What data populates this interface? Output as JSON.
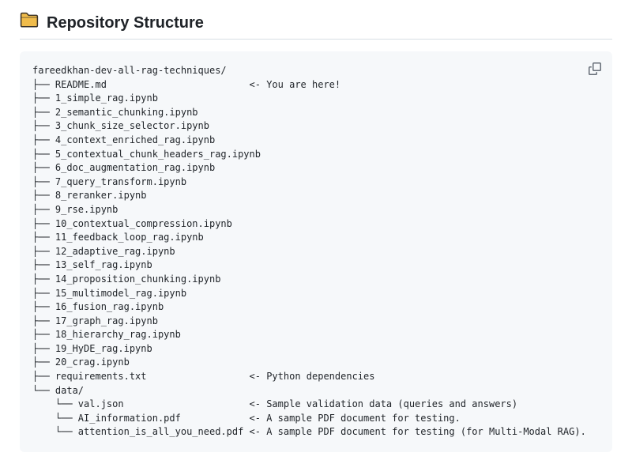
{
  "header": {
    "icon": "folder-icon",
    "title": "Repository Structure"
  },
  "code_block": {
    "copy_button_icon": "copy-icon",
    "colors": {
      "block_background": "#f6f8fa",
      "text": "#1f2328",
      "icon_gray": "#656d76",
      "divider": "#d8dee4",
      "folder_fill": "#f0bc4b",
      "folder_outline": "#3b3226"
    },
    "lines": [
      "fareedkhan-dev-all-rag-techniques/",
      "├── README.md                         <- You are here!",
      "├── 1_simple_rag.ipynb",
      "├── 2_semantic_chunking.ipynb",
      "├── 3_chunk_size_selector.ipynb",
      "├── 4_context_enriched_rag.ipynb",
      "├── 5_contextual_chunk_headers_rag.ipynb",
      "├── 6_doc_augmentation_rag.ipynb",
      "├── 7_query_transform.ipynb",
      "├── 8_reranker.ipynb",
      "├── 9_rse.ipynb",
      "├── 10_contextual_compression.ipynb",
      "├── 11_feedback_loop_rag.ipynb",
      "├── 12_adaptive_rag.ipynb",
      "├── 13_self_rag.ipynb",
      "├── 14_proposition_chunking.ipynb",
      "├── 15_multimodel_rag.ipynb",
      "├── 16_fusion_rag.ipynb",
      "├── 17_graph_rag.ipynb",
      "├── 18_hierarchy_rag.ipynb",
      "├── 19_HyDE_rag.ipynb",
      "├── 20_crag.ipynb",
      "├── requirements.txt                  <- Python dependencies",
      "└── data/",
      "    └── val.json                      <- Sample validation data (queries and answers)",
      "    └── AI_information.pdf            <- A sample PDF document for testing.",
      "    └── attention_is_all_you_need.pdf <- A sample PDF document for testing (for Multi-Modal RAG)."
    ]
  }
}
